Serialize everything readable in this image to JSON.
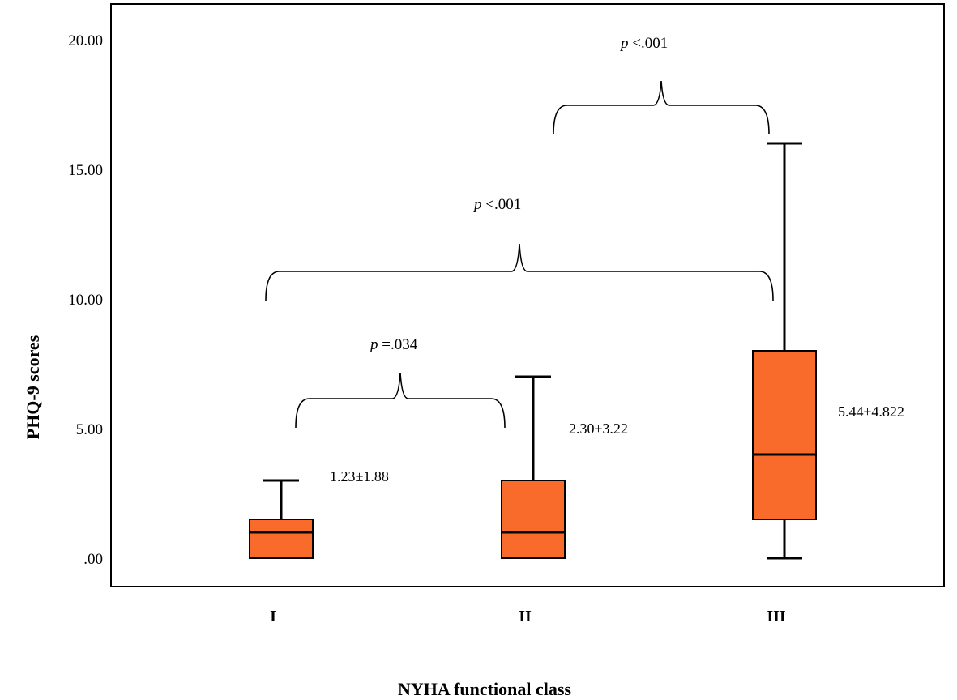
{
  "chart_data": {
    "type": "boxplot",
    "xlabel": "NYHA functional class",
    "ylabel": "PHQ-9 scores",
    "ylim": [
      0,
      20
    ],
    "yticks": [
      0,
      5,
      10,
      15,
      20
    ],
    "ytick_labels": [
      ".00",
      "5.00",
      "10.00",
      "15.00",
      "20.00"
    ],
    "grid": false,
    "box_color": "#F96B2A",
    "categories": [
      "I",
      "II",
      "III"
    ],
    "boxes": [
      {
        "category": "I",
        "whisker_low": 0,
        "q1": 0,
        "median": 1,
        "q3": 1.5,
        "whisker_high": 3,
        "annotation": "1.23±1.88"
      },
      {
        "category": "II",
        "whisker_low": 0,
        "q1": 0,
        "median": 1,
        "q3": 3,
        "whisker_high": 7,
        "annotation": "2.30±3.22"
      },
      {
        "category": "III",
        "whisker_low": 0,
        "q1": 1.5,
        "median": 4,
        "q3": 8,
        "whisker_high": 16,
        "annotation": "5.44±4.822"
      }
    ],
    "comparisons": [
      {
        "from": "I",
        "to": "II",
        "p_symbol": "p",
        "p_text": " =.034"
      },
      {
        "from": "I",
        "to": "III",
        "p_symbol": "p",
        "p_text": " <.001"
      },
      {
        "from": "II",
        "to": "III",
        "p_symbol": "p",
        "p_text": " <.001"
      }
    ]
  }
}
